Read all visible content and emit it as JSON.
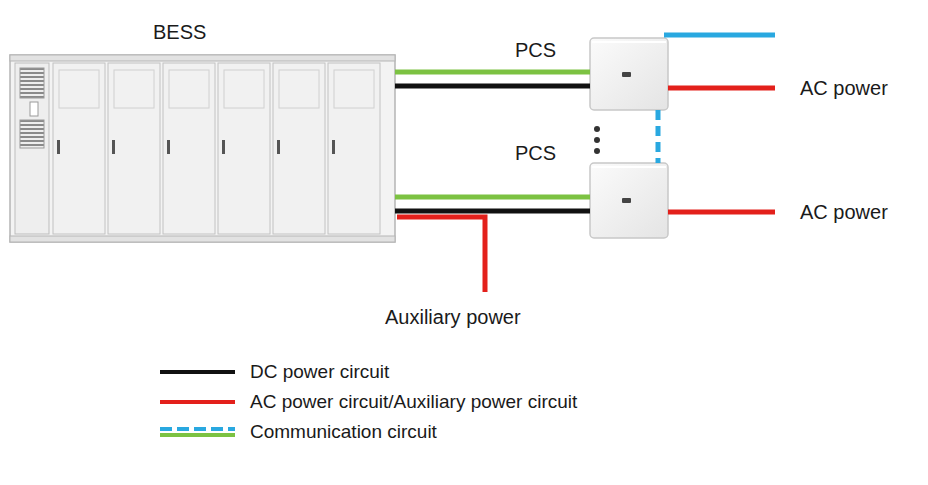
{
  "diagram": {
    "nodes": [
      {
        "text": [
          "BESS"
        ]
      },
      {
        "text": [
          "PCS"
        ]
      },
      {
        "text": [
          "PCS"
        ]
      }
    ],
    "edges": [
      {
        "from": 0,
        "to": 1,
        "arrow": "none"
      },
      {
        "from": 0,
        "to": 2,
        "arrow": "none"
      },
      {
        "from": 1,
        "to": 2,
        "arrow": "none"
      }
    ],
    "labels": [
      "AC power",
      "AC power",
      "Auxiliary power"
    ],
    "legend": [
      {
        "text": "DC power circuit"
      },
      {
        "text": "AC power circuit/Auxiliary power circuit"
      },
      {
        "text": "Communication circuit"
      }
    ]
  }
}
